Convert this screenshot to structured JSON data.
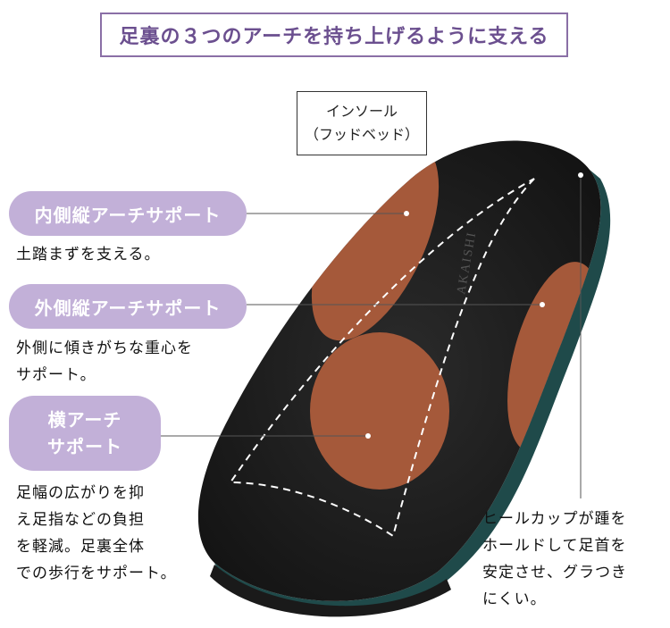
{
  "title": "足裏の３つのアーチを持ち上げるように支える",
  "insole_label": {
    "line1": "インソール",
    "line2": "（フッドベッド）"
  },
  "brand_mark": "AKAISHI",
  "callouts": {
    "medial": {
      "label": "内側縦アーチサポート",
      "desc": "土踏まずを支える。"
    },
    "lateral": {
      "label": "外側縦アーチサポート",
      "desc_line1": "外側に傾きがちな重心を",
      "desc_line2": "サポート。"
    },
    "transverse": {
      "label_line1": "横アーチ",
      "label_line2": "サポート",
      "desc_line1": "足幅の広がりを抑",
      "desc_line2": "え足指などの負担",
      "desc_line3": "を軽減。足裏全体",
      "desc_line4": "での歩行をサポート。"
    },
    "heel": {
      "desc_line1": "ヒールカップが踵を",
      "desc_line2": "ホールドして足首を",
      "desc_line3": "安定させ、グラつき",
      "desc_line4": "にくい。"
    }
  },
  "colors": {
    "accent": "#6b4f8f",
    "pill": "#c2b0d8",
    "sole": "#222222",
    "pad": "#a5593a",
    "edge": "#1f4a4a"
  }
}
